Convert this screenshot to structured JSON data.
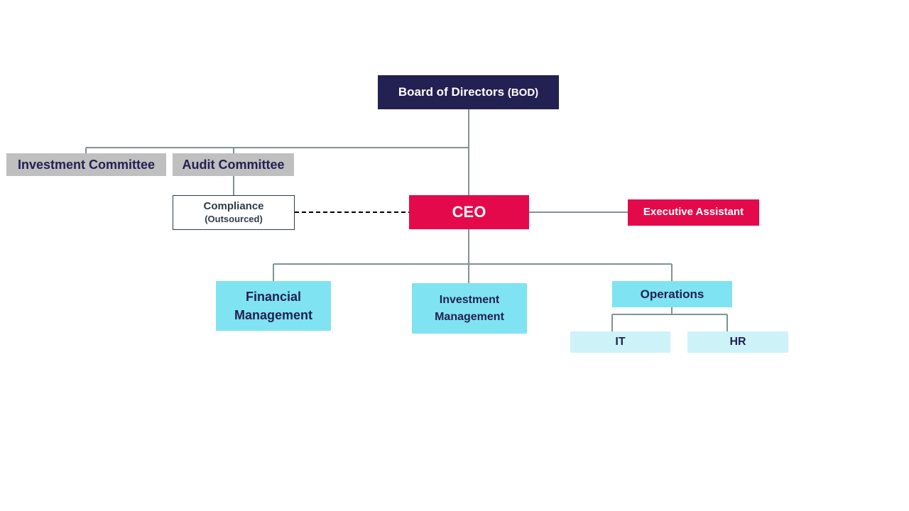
{
  "colors": {
    "bod_fill": "#232052",
    "ceo_fill": "#e4094a",
    "committee_fill": "#bfbfbf",
    "department_fill": "#7fe3f2",
    "subdepartment_fill": "#cdf3f9",
    "compliance_fill": "#ffffff",
    "dark_text": "#232052",
    "light_text": "#ffffff",
    "compliance_text": "#2f3b46",
    "connector": "#7f9394",
    "dashed_connector": "#000000"
  },
  "nodes": {
    "bod": {
      "label": "Board of Directors",
      "label_suffix": "(BOD)"
    },
    "investment_committee": {
      "label": "Investment Committee"
    },
    "audit_committee": {
      "label": "Audit Committee"
    },
    "compliance": {
      "label": "Compliance",
      "sublabel": "(Outsourced)"
    },
    "ceo": {
      "label": "CEO"
    },
    "executive_assistant": {
      "label": "Executive Assistant"
    },
    "financial_management": {
      "line1": "Financial",
      "line2": "Management"
    },
    "investment_management": {
      "line1": "Investment",
      "line2": "Management"
    },
    "operations": {
      "label": "Operations"
    },
    "it": {
      "label": "IT"
    },
    "hr": {
      "label": "HR"
    }
  },
  "edges": [
    {
      "from": "bod",
      "to": "ceo",
      "style": "solid"
    },
    {
      "from": "bod",
      "to": "investment_committee",
      "style": "solid"
    },
    {
      "from": "bod",
      "to": "audit_committee",
      "style": "solid"
    },
    {
      "from": "audit_committee",
      "to": "compliance",
      "style": "solid"
    },
    {
      "from": "compliance",
      "to": "ceo",
      "style": "dashed"
    },
    {
      "from": "ceo",
      "to": "executive_assistant",
      "style": "solid"
    },
    {
      "from": "ceo",
      "to": "financial_management",
      "style": "solid"
    },
    {
      "from": "ceo",
      "to": "investment_management",
      "style": "solid"
    },
    {
      "from": "ceo",
      "to": "operations",
      "style": "solid"
    },
    {
      "from": "operations",
      "to": "it",
      "style": "solid"
    },
    {
      "from": "operations",
      "to": "hr",
      "style": "solid"
    }
  ]
}
